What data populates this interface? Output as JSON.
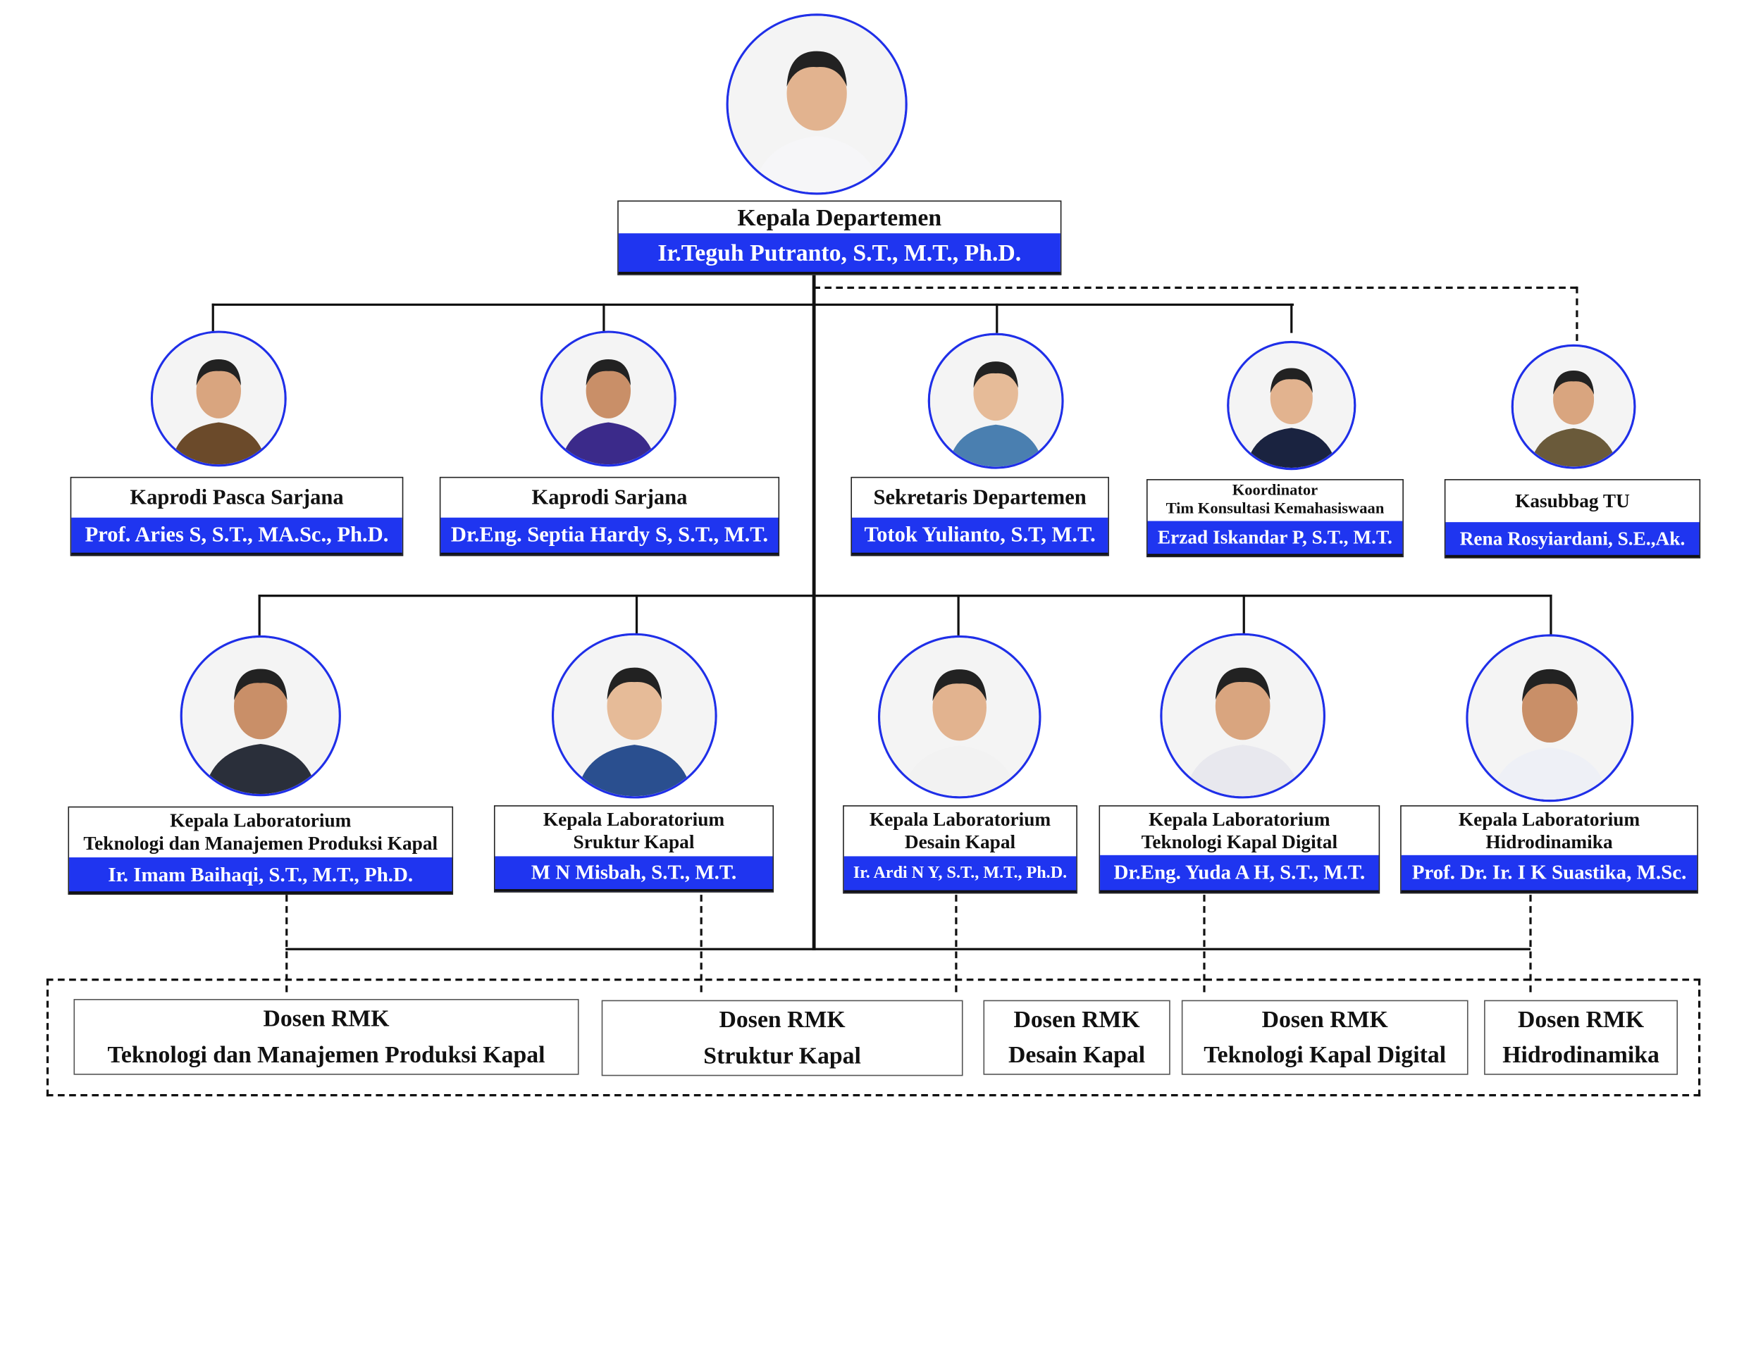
{
  "head": {
    "title": "Kepala Departemen",
    "name": "Ir.Teguh Putranto, S.T., M.T., Ph.D."
  },
  "row2": [
    {
      "title": [
        "Kaprodi Pasca Sarjana"
      ],
      "name": "Prof. Aries S, S.T., MA.Sc., Ph.D."
    },
    {
      "title": [
        "Kaprodi Sarjana"
      ],
      "name": "Dr.Eng. Septia Hardy S, S.T., M.T."
    },
    {
      "title": [
        "Sekretaris Departemen"
      ],
      "name": "Totok Yulianto, S.T, M.T."
    },
    {
      "title": [
        "Koordinator",
        "Tim Konsultasi Kemahasiswaan"
      ],
      "name": "Erzad Iskandar P, S.T., M.T."
    },
    {
      "title": [
        "Kasubbag TU"
      ],
      "name": "Rena Rosyiardani, S.E.,Ak."
    }
  ],
  "row3": [
    {
      "title": [
        "Kepala Laboratorium",
        "Teknologi dan Manajemen Produksi Kapal"
      ],
      "name": "Ir. Imam Baihaqi, S.T., M.T., Ph.D."
    },
    {
      "title": [
        "Kepala Laboratorium",
        "Sruktur Kapal"
      ],
      "name": "M N Misbah, S.T., M.T."
    },
    {
      "title": [
        "Kepala Laboratorium",
        "Desain Kapal"
      ],
      "name": "Ir. Ardi N Y, S.T., M.T., Ph.D."
    },
    {
      "title": [
        "Kepala Laboratorium",
        "Teknologi Kapal Digital"
      ],
      "name": "Dr.Eng. Yuda A H, S.T., M.T."
    },
    {
      "title": [
        "Kepala Laboratorium",
        "Hidrodinamika"
      ],
      "name": "Prof. Dr. Ir. I K Suastika, M.Sc."
    }
  ],
  "dosen": [
    [
      "Dosen RMK",
      "Teknologi dan Manajemen Produksi Kapal"
    ],
    [
      "Dosen RMK",
      "Struktur Kapal"
    ],
    [
      "Dosen RMK",
      "Desain Kapal"
    ],
    [
      "Dosen RMK",
      "Teknologi Kapal Digital"
    ],
    [
      "Dosen RMK",
      "Hidrodinamika"
    ]
  ],
  "colors": {
    "accent": "#1f35f0",
    "border": "#1f2fe8"
  }
}
